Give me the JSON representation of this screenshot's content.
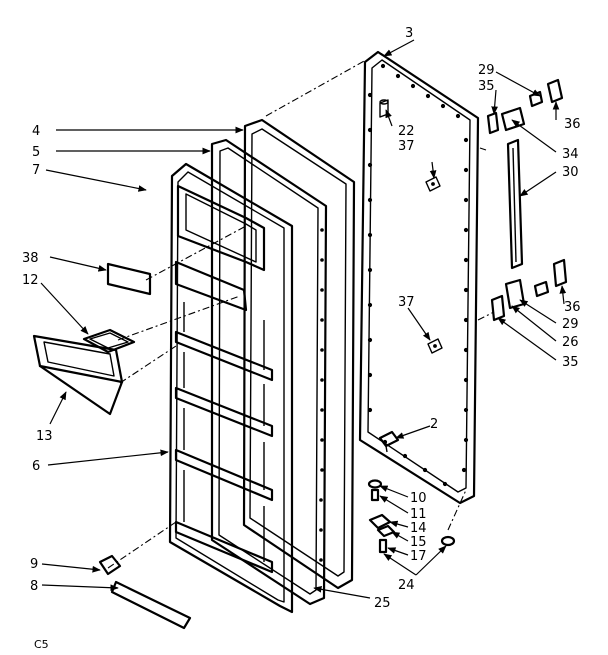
{
  "diagram_code": "C5",
  "callouts": {
    "c2": "2",
    "c3": "3",
    "c4": "4",
    "c5": "5",
    "c6": "6",
    "c7": "7",
    "c8": "8",
    "c9": "9",
    "c10": "10",
    "c11": "11",
    "c12": "12",
    "c13": "13",
    "c14": "14",
    "c15": "15",
    "c17": "17",
    "c22": "22",
    "c24": "24",
    "c25": "25",
    "c26": "26",
    "c29a": "29",
    "c29b": "29",
    "c30": "30",
    "c34": "34",
    "c35a": "35",
    "c35b": "35",
    "c36a": "36",
    "c36b": "36",
    "c37a": "37",
    "c37b": "37",
    "c38": "38"
  }
}
